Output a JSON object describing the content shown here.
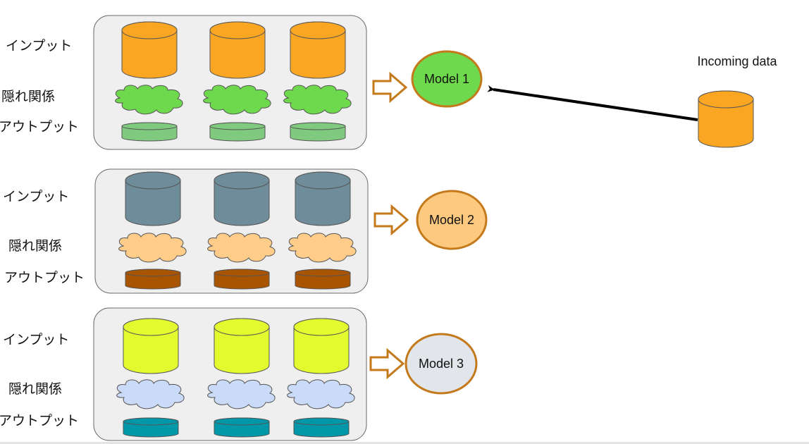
{
  "groups": [
    {
      "labels": {
        "input": "インプット",
        "hidden": "隠れ関係",
        "output": "アウトプット"
      },
      "colors": {
        "input": "#fba623",
        "hidden": "#6fd94d",
        "output": "#7fca7f"
      },
      "model": {
        "label": "Model 1",
        "fill": "#6fd94d"
      }
    },
    {
      "labels": {
        "input": "インプット",
        "hidden": "隠れ関係",
        "output": "アウトプット"
      },
      "colors": {
        "input": "#6f8c9a",
        "hidden": "#ffcc8a",
        "output": "#a85400"
      },
      "model": {
        "label": "Model 2",
        "fill": "#fdc97f"
      }
    },
    {
      "labels": {
        "input": "インプット",
        "hidden": "隠れ関係",
        "output": "アウトプット"
      },
      "colors": {
        "input": "#e3fb2e",
        "hidden": "#c9dbf8",
        "output": "#0097a9"
      },
      "model": {
        "label": "Model 3",
        "fill": "#e2e6ea"
      }
    }
  ],
  "incoming": {
    "label": "Incoming data",
    "fill": "#fba623"
  },
  "colors": {
    "arrow_outline": "#c47a1b",
    "model_stroke": "#c47a1b",
    "panel_fill": "#efefef",
    "panel_stroke": "#6a6a6a",
    "shape_stroke": "#555555"
  }
}
